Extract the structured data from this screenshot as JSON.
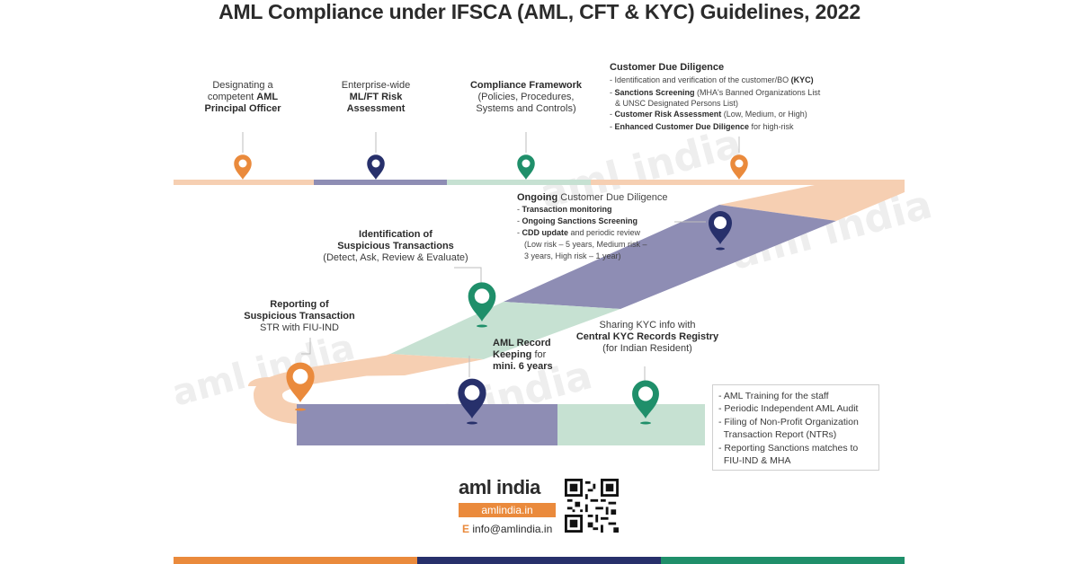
{
  "title": "AML Compliance under IFSCA (AML, CFT & KYC) Guidelines, 2022",
  "colors": {
    "orange": "#ea8a3c",
    "navy": "#27306b",
    "green": "#1f8f6a",
    "path_orange": "#f6cfb2",
    "path_purple": "#8e8db4",
    "path_green": "#c6e1d2",
    "watermark": "#eeeeee"
  },
  "milestones": {
    "m1": {
      "l1": "Designating a",
      "l2a": "competent ",
      "l2b": "AML",
      "l3": "Principal Officer"
    },
    "m2": {
      "l1": "Enterprise-wide",
      "l2": "ML/FT Risk",
      "l3": "Assessment"
    },
    "m3": {
      "l1": "Compliance Framework",
      "l2": "(Policies, Procedures,",
      "l3": "Systems and Controls)"
    },
    "cdd": {
      "heading": "Customer Due Diligence",
      "i1a": "- Identification and verification of the customer/BO ",
      "i1b": "(KYC)",
      "i2a": "- ",
      "i2b": "Sanctions Screening",
      "i2c": " (MHA's Banned Organizations List",
      "i2d": "& UNSC Designated Persons List)",
      "i3a": "- ",
      "i3b": "Customer Risk Assessment",
      "i3c": " (Low, Medium, or High)",
      "i4a": "- ",
      "i4b": "Enhanced Customer Due Diligence",
      "i4c": " for high-risk"
    },
    "ongoing": {
      "h1": "Ongoing",
      "h2": " Customer Due Diligence",
      "i1a": "- ",
      "i1b": "Transaction monitoring",
      "i2a": "- ",
      "i2b": "Ongoing Sanctions Screening",
      "i3a": "- ",
      "i3b": "CDD update",
      "i3c": " and periodic review",
      "i4": "(Low risk – 5 years, Medium risk –",
      "i5": "3 years, High risk – 1 year)"
    },
    "identification": {
      "l1": "Identification of",
      "l2": "Suspicious Transactions",
      "l3": "(Detect, Ask, Review & Evaluate)"
    },
    "reporting": {
      "l1": "Reporting of",
      "l2": "Suspicious Transaction",
      "l3": "STR with FIU-IND"
    },
    "record": {
      "l1": "AML Record",
      "l2a": "Keeping",
      "l2b": " for",
      "l3": "mini. 6 years"
    },
    "sharing": {
      "l1": "Sharing KYC info with",
      "l2": "Central KYC Records Registry",
      "l3": "(for Indian Resident)"
    }
  },
  "bottom_list": [
    "- AML Training for the staff",
    "- Periodic Independent AML Audit",
    "- Filing of Non-Profit Organization",
    "  Transaction Report (NTRs)",
    "- Reporting Sanctions matches to",
    "  FIU-IND & MHA"
  ],
  "brand": {
    "name": "aml india",
    "url": "amlindia.in",
    "email_prefix": "E",
    "email": " info@amlindia.in"
  },
  "watermark": "aml india"
}
